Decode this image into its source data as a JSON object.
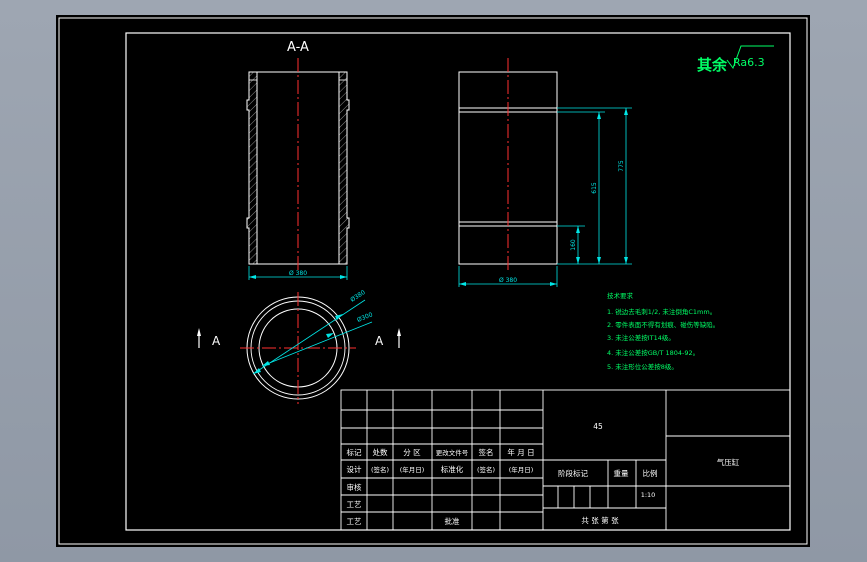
{
  "section_label": "A-A",
  "section_marker": "A",
  "roughness": {
    "prefix": "其余",
    "value": "Ra6.3"
  },
  "dimensions": {
    "section_width": "Ø 380",
    "outer_width": "Ø 380",
    "height_total": "775",
    "height_mid": "615",
    "height_bottom": "160",
    "circle_outer": "Ø380",
    "circle_inner": "Ø300"
  },
  "tech_requirements": {
    "title": "技术要求",
    "items": [
      "1. 锐边去毛刺1/2, 未注倒角C1mm。",
      "2. 零件表面不得有划痕、碰伤等缺陷。",
      "3. 未注公差按IT14级。",
      "4. 未注公差按GB/T 1804-92。",
      "5. 未注形位公差按8级。"
    ]
  },
  "title_block": {
    "material": "45",
    "part_name": "气压缸",
    "headers": [
      "标记",
      "处数",
      "分 区",
      "更改文件号",
      "签名",
      "年 月 日"
    ],
    "rows": [
      [
        "设计",
        "(签名)",
        "(年月日)",
        "标准化",
        "(签名)",
        "(年月日)"
      ],
      [
        "审核",
        "",
        "",
        "",
        "",
        ""
      ],
      [
        "工艺",
        "",
        "",
        "批准",
        "",
        ""
      ]
    ],
    "stage_label": "阶段标记",
    "weight_label": "重量",
    "scale_label": "比例",
    "scale_value": "1:10",
    "sheets_label": "共 张  第 张"
  },
  "colors": {
    "line": "#ffffff",
    "center": "#ff3030",
    "dim": "#00e6e6",
    "text": "#00ff66",
    "hatch": "#888888"
  }
}
